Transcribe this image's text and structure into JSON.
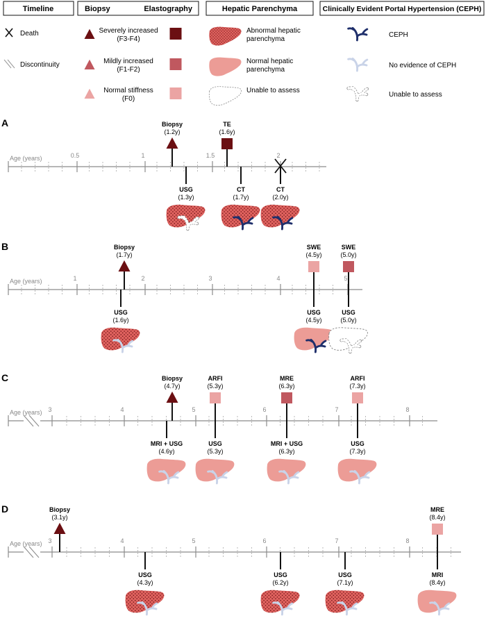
{
  "colors": {
    "severe": "#6b0f12",
    "mild": "#c0585f",
    "normal": "#eba4a3",
    "liver_normal": "#ec9c96",
    "liver_abnormal": "#e0625f",
    "ceph": "#1f2f6b",
    "no_ceph": "#c9d3e8",
    "axis": "#8a8a8a"
  },
  "legend": {
    "headers": {
      "timeline": "Timeline",
      "biopsy": "Biopsy",
      "elastography": "Elastography",
      "parenchyma": "Hepatic Parenchyma",
      "ceph": "Clinically Evident Portal Hypertension (CEPH)"
    },
    "timeline_items": {
      "death": "Death",
      "discontinuity": "Discontinuity"
    },
    "stiffness": [
      {
        "line1": "Severely increased",
        "line2": "(F3-F4)"
      },
      {
        "line1": "Mildly increased",
        "line2": "(F1-F2)"
      },
      {
        "line1": "Normal stiffness",
        "line2": "(F0)"
      }
    ],
    "parenchyma": [
      {
        "line1": "Abnormal hepatic",
        "line2": "parenchyma"
      },
      {
        "line1": "Normal hepatic",
        "line2": "parenchyma"
      },
      {
        "line1": "Unable to assess",
        "line2": ""
      }
    ],
    "ceph": [
      "CEPH",
      "No evidence of CEPH",
      "Unable to assess"
    ]
  },
  "axis_label": "Age (years)",
  "panels": [
    {
      "letter": "A",
      "ticks": [
        "0.5",
        "1",
        "1.5",
        "2"
      ],
      "above": [
        {
          "label": "Biopsy",
          "time": "(1.2y)",
          "marker": "triangle",
          "level": "severe"
        },
        {
          "label": "TE",
          "time": "(1.6y)",
          "marker": "square",
          "level": "severe"
        }
      ],
      "below": [
        {
          "label": "USG",
          "time": "(1.3y)",
          "liver": "abnormal",
          "vessel": "unable"
        },
        {
          "label": "CT",
          "time": "(1.7y)",
          "liver": "abnormal",
          "vessel": "ceph"
        },
        {
          "label": "CT",
          "time": "(2.0y)",
          "liver": "abnormal",
          "vessel": "ceph"
        }
      ]
    },
    {
      "letter": "B",
      "ticks": [
        "1",
        "2",
        "3",
        "4",
        "5"
      ],
      "above": [
        {
          "label": "Biopsy",
          "time": "(1.7y)",
          "marker": "triangle",
          "level": "severe"
        },
        {
          "label": "SWE",
          "time": "(4.5y)",
          "marker": "square",
          "level": "normal"
        },
        {
          "label": "SWE",
          "time": "(5.0y)",
          "marker": "square",
          "level": "mild"
        }
      ],
      "below": [
        {
          "label": "USG",
          "time": "(1.6y)",
          "liver": "abnormal",
          "vessel": "none"
        },
        {
          "label": "USG",
          "time": "(4.5y)",
          "liver": "normal",
          "vessel": "ceph"
        },
        {
          "label": "USG",
          "time": "(5.0y)",
          "liver": "unable",
          "vessel": "unable"
        }
      ]
    },
    {
      "letter": "C",
      "ticks": [
        "3",
        "4",
        "5",
        "6",
        "7",
        "8"
      ],
      "above": [
        {
          "label": "Biopsy",
          "time": "(4.7y)",
          "marker": "triangle",
          "level": "severe"
        },
        {
          "label": "ARFI",
          "time": "(5.3y)",
          "marker": "square",
          "level": "normal"
        },
        {
          "label": "MRE",
          "time": "(6.3y)",
          "marker": "square",
          "level": "mild"
        },
        {
          "label": "ARFI",
          "time": "(7.3y)",
          "marker": "square",
          "level": "normal"
        }
      ],
      "below": [
        {
          "label": "MRI + USG",
          "time": "(4.6y)",
          "liver": "normal",
          "vessel": "none"
        },
        {
          "label": "USG",
          "time": "(5.3y)",
          "liver": "normal",
          "vessel": "none"
        },
        {
          "label": "MRI + USG",
          "time": "(6.3y)",
          "liver": "normal",
          "vessel": "none"
        },
        {
          "label": "USG",
          "time": "(7.3y)",
          "liver": "normal",
          "vessel": "none"
        }
      ]
    },
    {
      "letter": "D",
      "ticks": [
        "3",
        "4",
        "5",
        "6",
        "7",
        "8"
      ],
      "above": [
        {
          "label": "Biopsy",
          "time": "(3.1y)",
          "marker": "triangle",
          "level": "severe"
        },
        {
          "label": "MRE",
          "time": "(8.4y)",
          "marker": "square",
          "level": "normal"
        }
      ],
      "below": [
        {
          "label": "USG",
          "time": "(4.3y)",
          "liver": "abnormal",
          "vessel": "none"
        },
        {
          "label": "USG",
          "time": "(6.2y)",
          "liver": "abnormal",
          "vessel": "none"
        },
        {
          "label": "USG",
          "time": "(7.1y)",
          "liver": "abnormal",
          "vessel": "none"
        },
        {
          "label": "MRI",
          "time": "(8.4y)",
          "liver": "normal",
          "vessel": "none"
        }
      ]
    }
  ]
}
